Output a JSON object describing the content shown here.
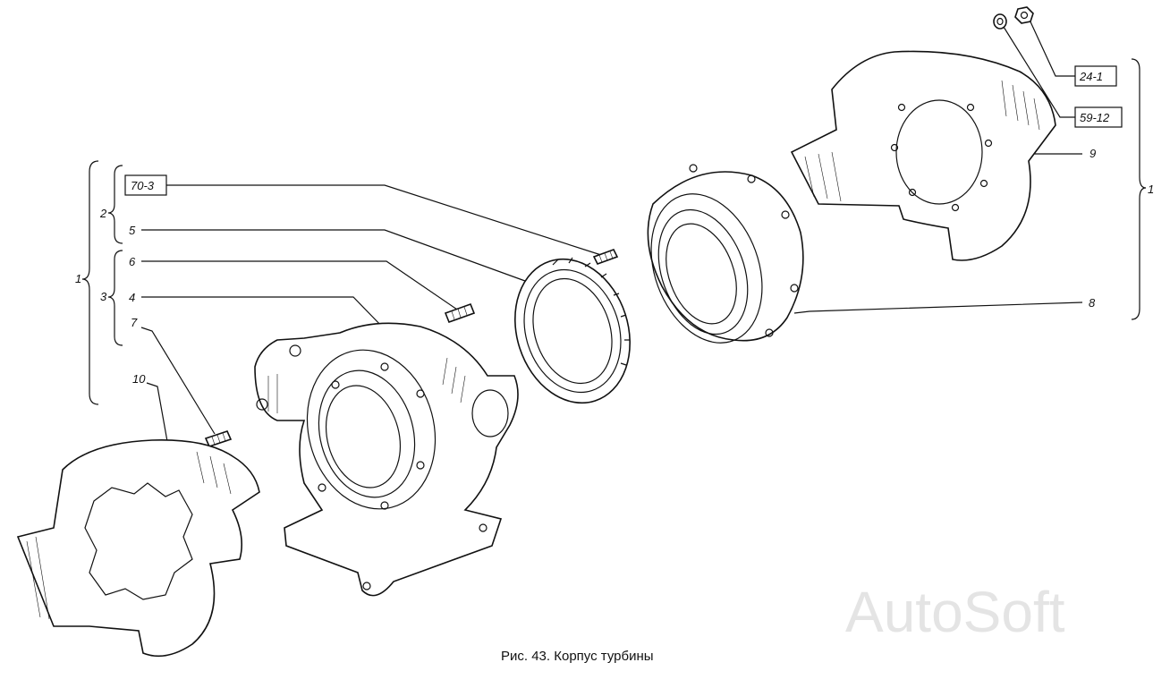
{
  "labels": {
    "ref_70_3": "70-3",
    "ref_24_1": "24-1",
    "ref_59_12": "59-12",
    "n1_left": "1",
    "n1_right": "1",
    "n2": "2",
    "n3": "3",
    "n4": "4",
    "n5": "5",
    "n6": "6",
    "n7": "7",
    "n8": "8",
    "n9": "9",
    "n10": "10"
  },
  "caption": "Рис. 43. Корпус турбины",
  "watermark": "AutoSoft"
}
